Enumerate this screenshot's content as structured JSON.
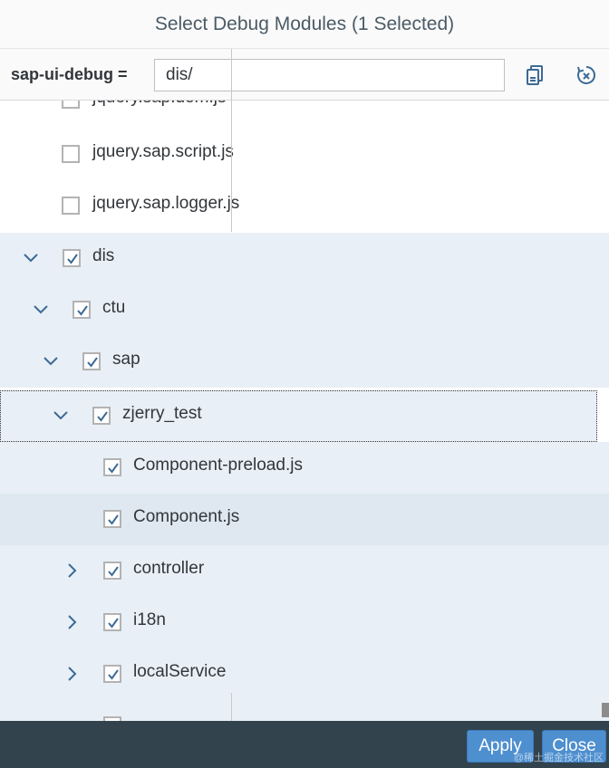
{
  "dialog": {
    "title": "Select Debug Modules (1 Selected)"
  },
  "toolbar": {
    "label": "sap-ui-debug =",
    "search_value": "dis/",
    "icons": [
      "copy-icon",
      "clear-icon"
    ]
  },
  "tree": {
    "rows": [
      {
        "label": "jquery.sap.dom.js",
        "checked": false,
        "caret": "none"
      },
      {
        "label": "jquery.sap.script.js",
        "checked": false,
        "caret": "none"
      },
      {
        "label": "jquery.sap.logger.js",
        "checked": false,
        "caret": "none"
      },
      {
        "label": "dis",
        "checked": true,
        "caret": "down"
      },
      {
        "label": "ctu",
        "checked": true,
        "caret": "down"
      },
      {
        "label": "sap",
        "checked": true,
        "caret": "down"
      },
      {
        "label": "zjerry_test",
        "checked": true,
        "caret": "down"
      },
      {
        "label": "Component-preload.js",
        "checked": true,
        "caret": "none"
      },
      {
        "label": "Component.js",
        "checked": true,
        "caret": "none"
      },
      {
        "label": "controller",
        "checked": true,
        "caret": "right"
      },
      {
        "label": "i18n",
        "checked": true,
        "caret": "right"
      },
      {
        "label": "localService",
        "checked": true,
        "caret": "right"
      }
    ]
  },
  "footer": {
    "apply_label": "Apply",
    "close_label": "Close",
    "watermark": "@稀土掘金技术社区"
  },
  "colors": {
    "accent": "#4e8fcf",
    "footer_bg": "#33434e",
    "selected_row": "#e8eff6",
    "caret": "#3c6a95"
  }
}
